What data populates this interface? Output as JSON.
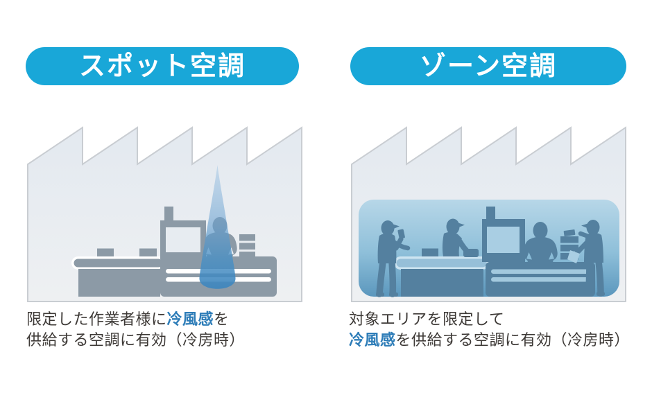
{
  "panels": {
    "spot": {
      "header": "スポット空調",
      "caption": {
        "line1_pre": "限定した作業者様に",
        "line1_highlight": "冷風感",
        "line1_post": "を",
        "line2": "供給する空調に有効（冷房時）"
      }
    },
    "zone": {
      "header": "ゾーン空調",
      "caption": {
        "line1": "対象エリアを限定して",
        "line2_highlight": "冷風感",
        "line2_post": "を供給する空調に有効（冷房時）"
      }
    }
  },
  "colors": {
    "header_pill": "#19a7d8",
    "header_text": "#ffffff",
    "caption_text": "#3d3936",
    "caption_highlight": "#2e7db8",
    "factory_fill_top": "#e3e9f0",
    "factory_fill_bottom": "#eef0f2",
    "factory_border": "#c9cdd2",
    "equipment_gray": "#8c9aa6",
    "equipment_blue": "#54809f",
    "cool_air_cone": "#4a90c4",
    "zone_top": "#b7d7e8",
    "zone_bottom": "#5b97bd",
    "window_gray": "#e7ecf1",
    "window_blue": "#a9cee3"
  }
}
